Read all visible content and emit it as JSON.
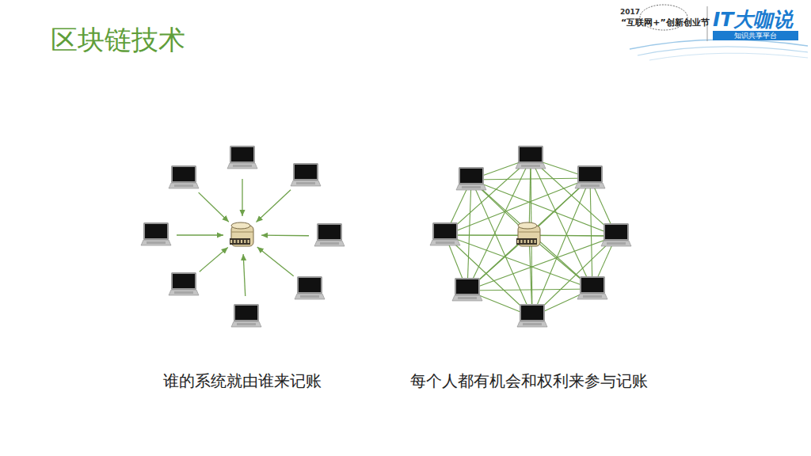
{
  "diagram": {
    "title": "区块链技术",
    "labels": [
      "2017",
      "“互联网+”创新创业节",
      "IT大咖说",
      "知识共享平台",
      "谁的系统就由谁来记账",
      "每个人都有机会和权利来参与记账"
    ]
  }
}
